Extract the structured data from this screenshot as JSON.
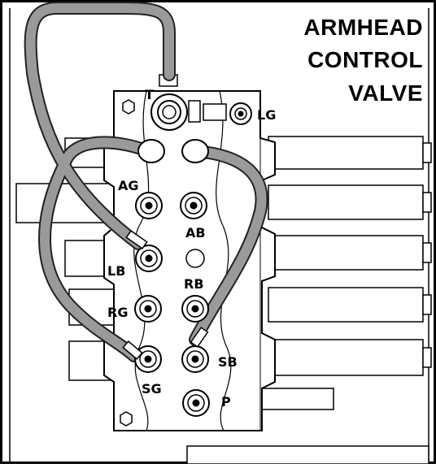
{
  "title": {
    "line1": "ARMHEAD",
    "line2": "CONTROL",
    "line3": "VALVE"
  },
  "ports": {
    "t": "T",
    "lg": "LG",
    "ag": "AG",
    "ab": "AB",
    "lb": "LB",
    "rb": "RB",
    "rg": "RG",
    "sg": "SG",
    "sb": "SB",
    "p": "P"
  },
  "colors": {
    "hose": "#9a9a9a",
    "hose_outline": "#222222",
    "line": "#000000",
    "background": "#ffffff"
  }
}
